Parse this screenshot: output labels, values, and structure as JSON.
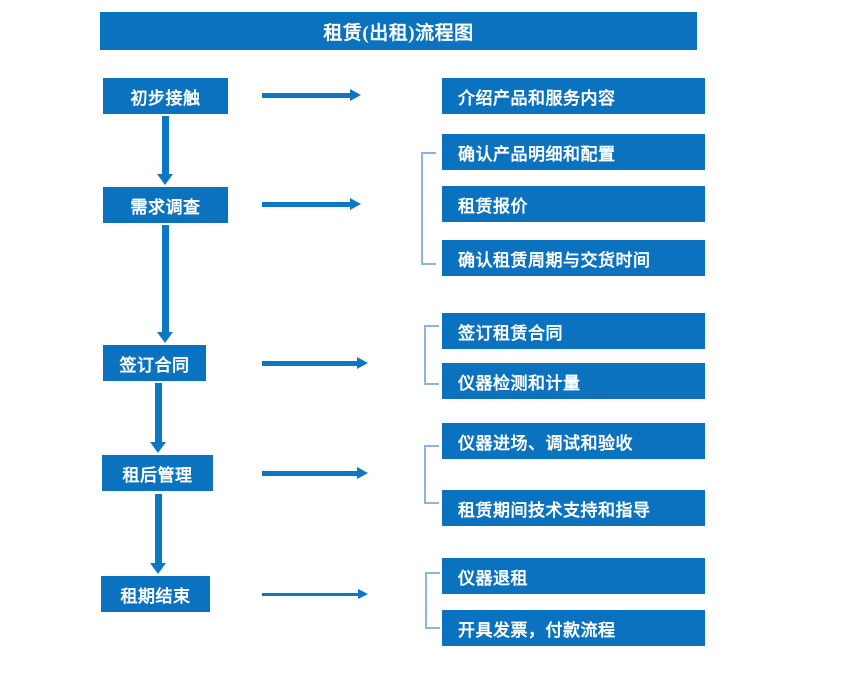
{
  "title": "租赁(出租)流程图",
  "colors": {
    "box_fill": "#0B72C0",
    "box_text": "#FFFFFF",
    "arrow": "#0E77C4",
    "bracket": "#8FB4D9",
    "background": "#FFFFFF"
  },
  "stages": [
    {
      "id": "initial-contact",
      "label": "初步接触"
    },
    {
      "id": "requirement-survey",
      "label": "需求调查"
    },
    {
      "id": "sign-contract",
      "label": "签订合同"
    },
    {
      "id": "post-rental-management",
      "label": "租后管理"
    },
    {
      "id": "rental-period-end",
      "label": "租期结束"
    }
  ],
  "details": {
    "group_1": [
      {
        "label": "介绍产品和服务内容"
      }
    ],
    "group_2": [
      {
        "label": "确认产品明细和配置"
      },
      {
        "label": "租赁报价"
      },
      {
        "label": "确认租赁周期与交货时间"
      }
    ],
    "group_3": [
      {
        "label": "签订租赁合同"
      },
      {
        "label": "仪器检测和计量"
      }
    ],
    "group_4": [
      {
        "label": "仪器进场、调试和验收"
      },
      {
        "label": "租赁期间技术支持和指导"
      }
    ],
    "group_5": [
      {
        "label": "仪器退租"
      },
      {
        "label": "开具发票，付款流程"
      }
    ]
  }
}
